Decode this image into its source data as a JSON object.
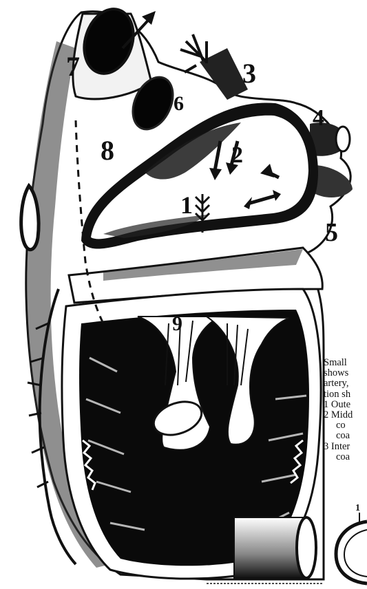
{
  "figure": {
    "labels": [
      "7",
      "3",
      "6",
      "4",
      "8",
      "2",
      "1",
      "5",
      "9"
    ],
    "caption_lines": [
      "Small",
      "shows",
      "artery,",
      "tion sh",
      "1  Oute",
      "2  Midd",
      "co",
      "coa",
      "3  Inter",
      "coa"
    ],
    "tube_marker": "1"
  }
}
